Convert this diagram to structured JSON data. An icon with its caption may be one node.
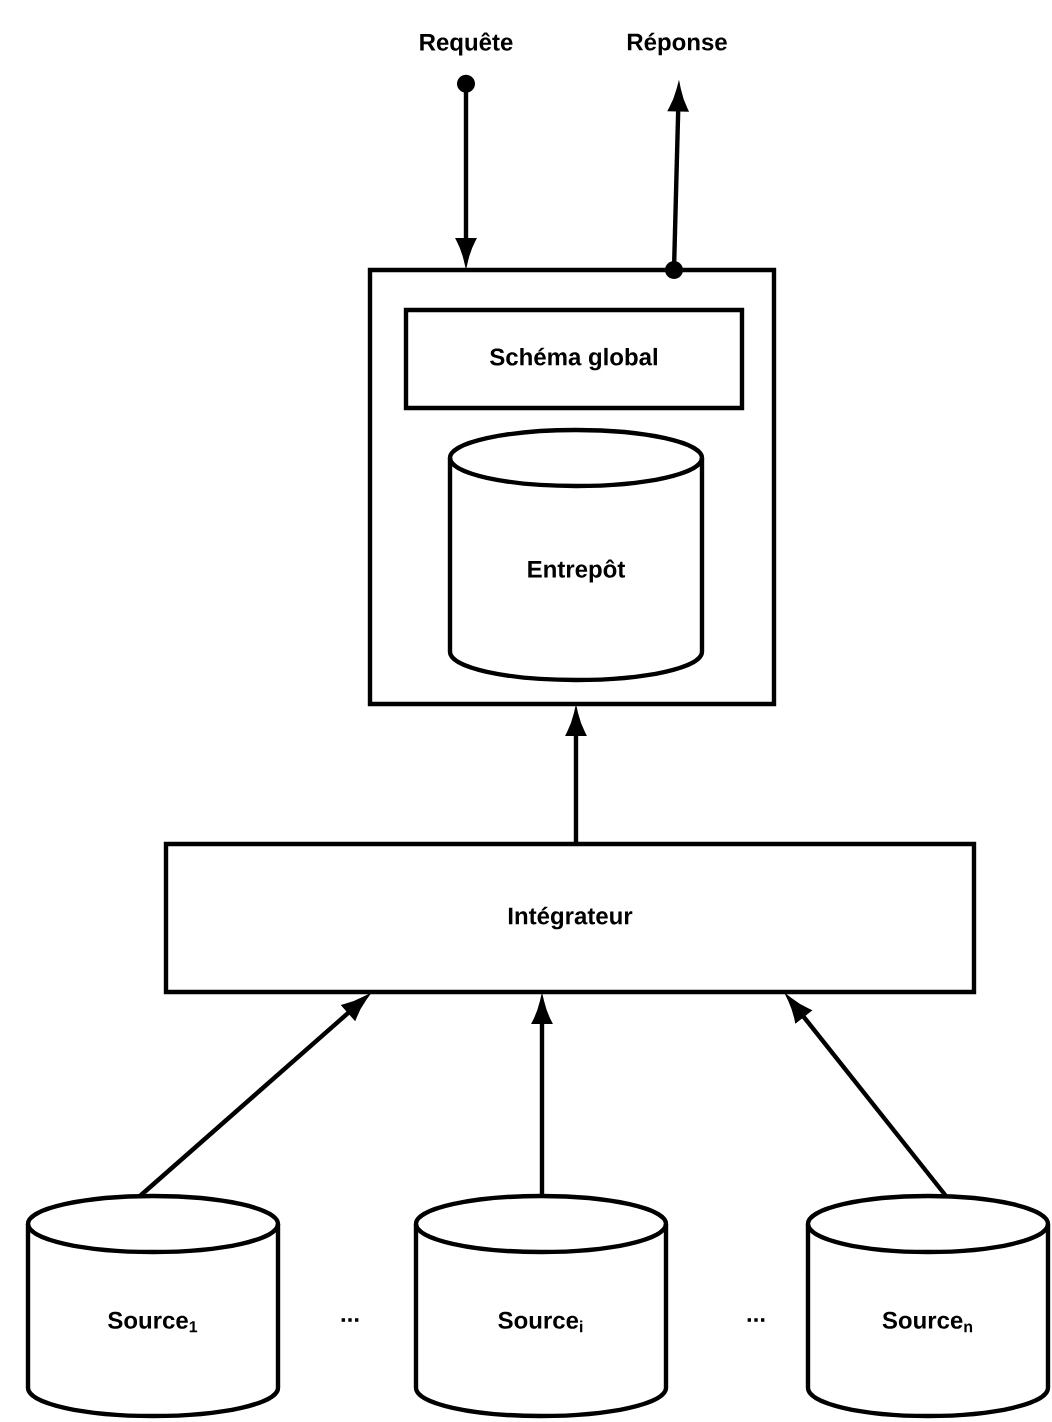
{
  "diagram": {
    "nodes": [
      {
        "text": [
          "Requête"
        ]
      },
      {
        "text": [
          "Réponse"
        ]
      },
      {
        "text": [],
        "shape": "box"
      },
      {
        "text": [
          "Schéma global"
        ],
        "in": 2
      },
      {
        "text": [
          "Entrepôt"
        ],
        "in": 2
      },
      {
        "text": [
          "Intégrateur"
        ]
      },
      {
        "text": [
          "Source$_{1}$"
        ]
      },
      {
        "text": [
          "Source$_{i}$"
        ]
      },
      {
        "text": [
          "Source$_{n}$"
        ]
      }
    ],
    "edges": [
      {
        "from": 0,
        "to": 2,
        "arrow": "to"
      },
      {
        "from": 2,
        "to": 1,
        "arrow": "to"
      },
      {
        "from": 5,
        "to": 2,
        "arrow": "to"
      },
      {
        "from": 6,
        "to": 5,
        "arrow": "to"
      },
      {
        "from": 7,
        "to": 5,
        "arrow": "to"
      },
      {
        "from": 8,
        "to": 5,
        "arrow": "to"
      }
    ],
    "labels": [
      "...",
      "..."
    ]
  }
}
